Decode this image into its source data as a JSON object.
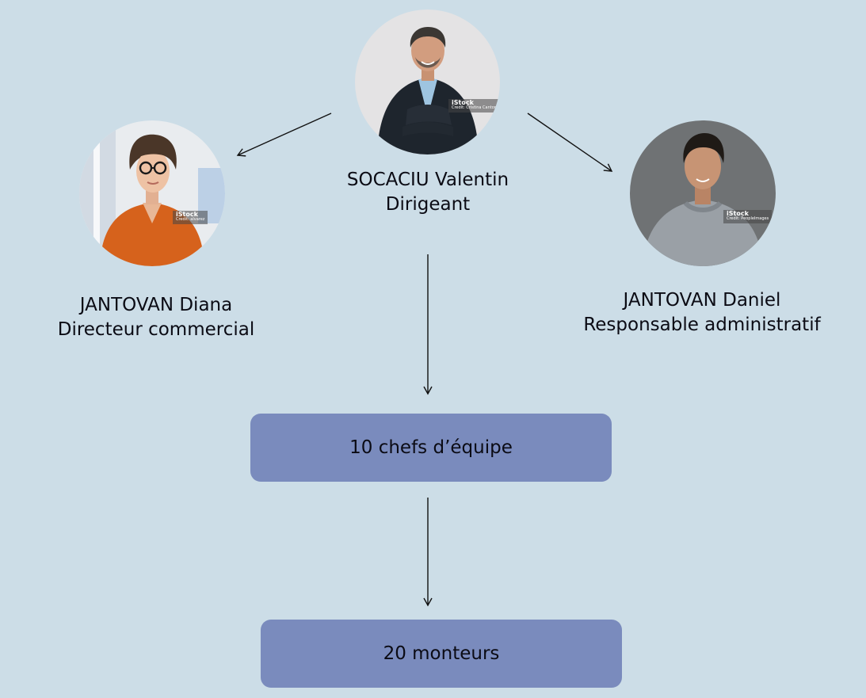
{
  "colors": {
    "background": "#ccdde7",
    "box_fill": "#7a8bbd",
    "text": "#0b0b14",
    "arrow": "#111111"
  },
  "people": {
    "ceo": {
      "name": "SOCACIU Valentin",
      "role": "Dirigeant",
      "watermark_brand": "iStock",
      "watermark_credit": "Credit: Cristina Cantoni"
    },
    "commercial": {
      "name": "JANTOVAN Diana",
      "role": "Directeur commercial",
      "watermark_brand": "iStock",
      "watermark_credit": "Credit: alvarez"
    },
    "admin": {
      "name": "JANTOVAN Daniel",
      "role": "Responsable administratif",
      "watermark_brand": "iStock",
      "watermark_credit": "Credit: PeopleImages"
    }
  },
  "boxes": {
    "team_leads": "10 chefs d’équipe",
    "fitters": "20 monteurs"
  }
}
